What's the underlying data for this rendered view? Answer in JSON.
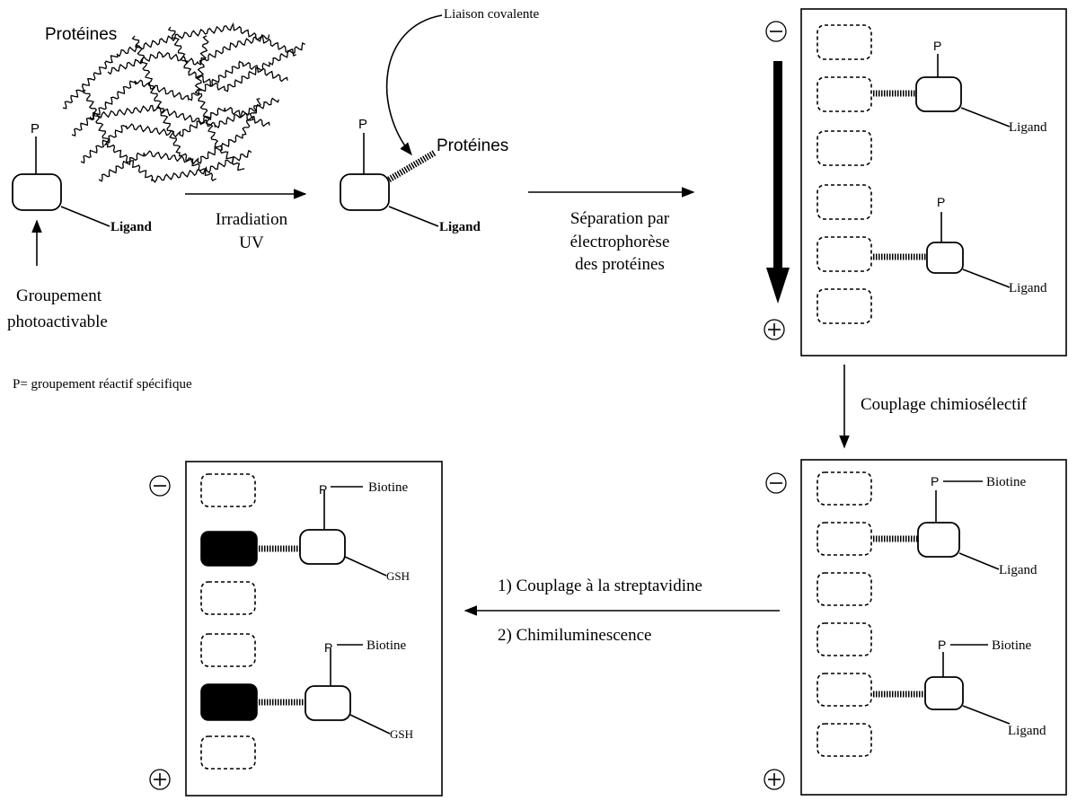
{
  "labels": {
    "proteines_top": "Protéines",
    "p": "P",
    "ligand": "Ligand",
    "irradiation_line1": "Irradiation",
    "irradiation_line2": "UV",
    "groupement_line1": "Groupement",
    "groupement_line2": "photoactivable",
    "liaison_covalente": "Liaison covalente",
    "proteines_mid": "Protéines",
    "separation_line1": "Séparation par",
    "separation_line2": "électrophorèse",
    "separation_line3": "des protéines",
    "p_definition": "P= groupement réactif spécifique",
    "couplage_chimio": "Couplage chimiosélectif",
    "biotine": "Biotine",
    "gsh": "GSH",
    "step1": "1) Couplage à la streptavidine",
    "step2": "2) Chimiluminescence",
    "minus": "−",
    "plus": "+"
  }
}
